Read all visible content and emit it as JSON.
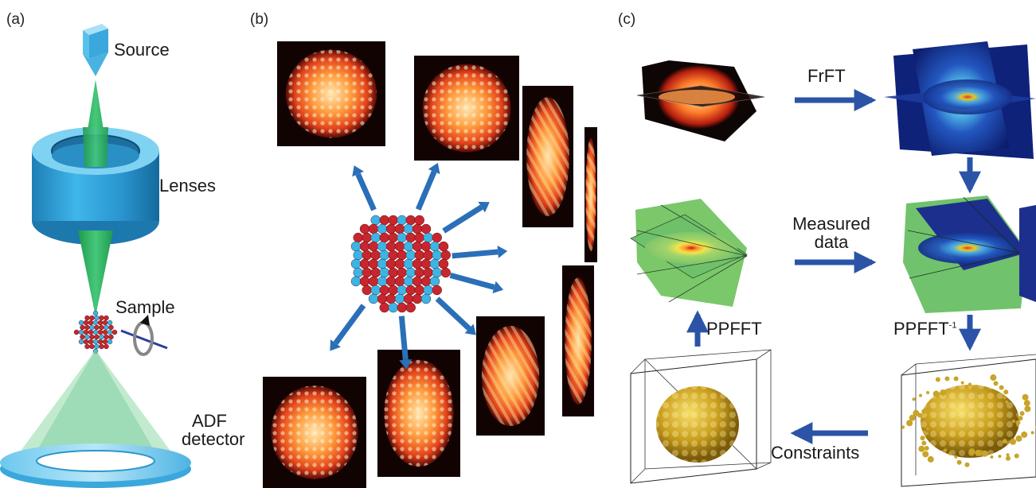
{
  "panel_a": {
    "label": "(a)",
    "source": "Source",
    "lenses": "Lenses",
    "sample": "Sample",
    "detector_line1": "ADF",
    "detector_line2": "detector"
  },
  "panel_b": {
    "label": "(b)"
  },
  "panel_c": {
    "label": "(c)",
    "frft": "FrFT",
    "measured_line1": "Measured",
    "measured_line2": "data",
    "ppfft": "PPFFT",
    "ppfft_inv": "PPFFT",
    "ppfft_inv_sup": "-1",
    "constraints": "Constraints"
  },
  "colors": {
    "arrow_blue": "#2b54a6",
    "beam_green": "#2fb060",
    "lens_blue": "#2d9fd6",
    "atom_red": "#c8262e",
    "atom_cyan": "#3cb4e6",
    "particle_gold": "#c9a42a"
  }
}
